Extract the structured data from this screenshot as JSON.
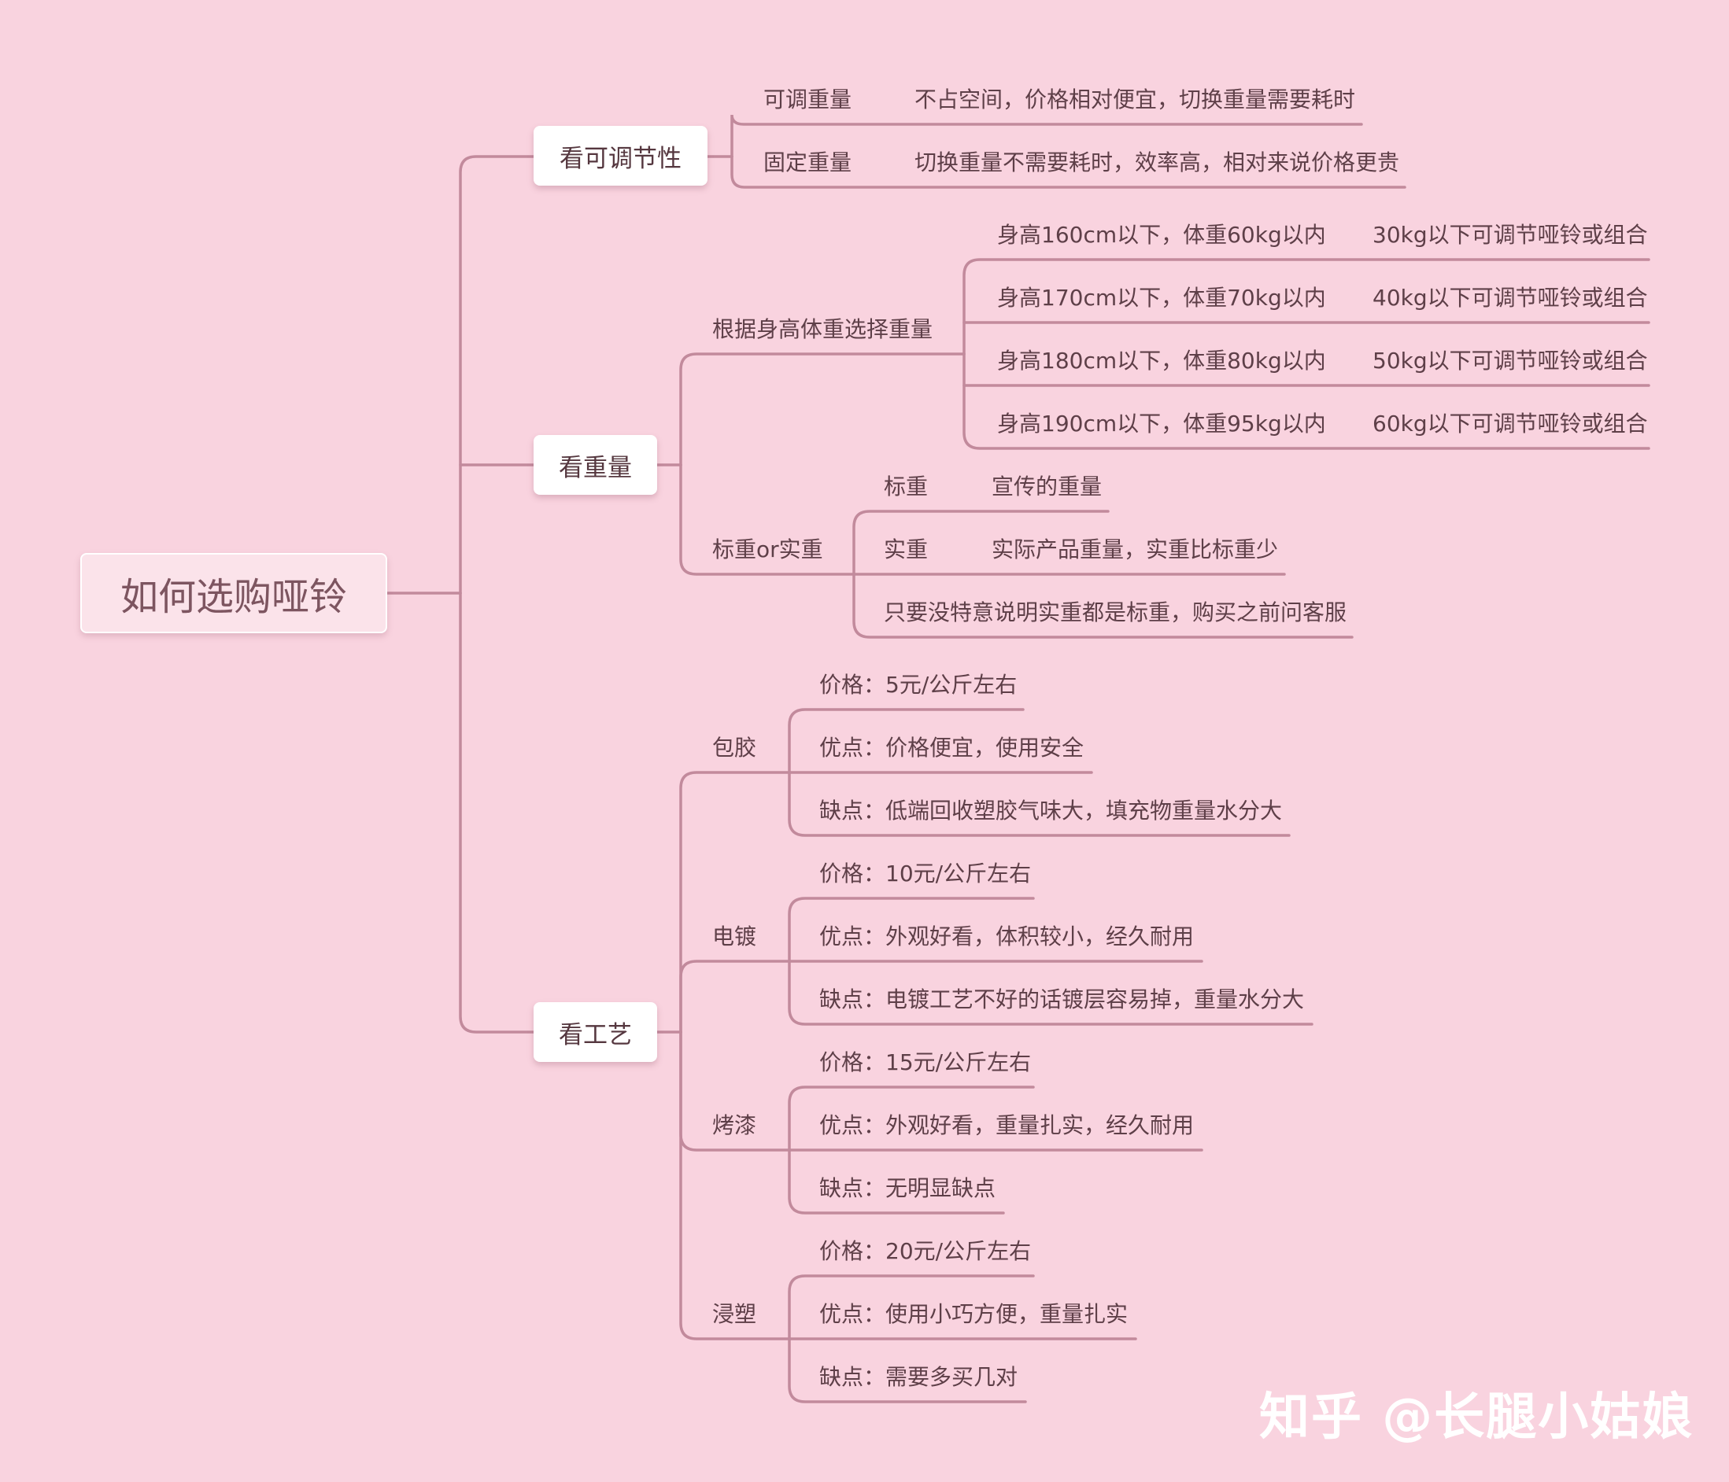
{
  "root": "如何选购哑铃",
  "branches": {
    "adjustability": {
      "label": "看可调节性",
      "items": [
        {
          "name": "可调重量",
          "desc": "不占空间，价格相对便宜，切换重量需要耗时"
        },
        {
          "name": "固定重量",
          "desc": "切换重量不需要耗时，效率高，相对来说价格更贵"
        }
      ]
    },
    "weight": {
      "label": "看重量",
      "by_body": {
        "label": "根据身高体重选择重量",
        "rows": [
          {
            "cond": "身高160cm以下，体重60kg以内",
            "rec": "30kg以下可调节哑铃或组合"
          },
          {
            "cond": "身高170cm以下，体重70kg以内",
            "rec": "40kg以下可调节哑铃或组合"
          },
          {
            "cond": "身高180cm以下，体重80kg以内",
            "rec": "50kg以下可调节哑铃或组合"
          },
          {
            "cond": "身高190cm以下，体重95kg以内",
            "rec": "60kg以下可调节哑铃或组合"
          }
        ]
      },
      "nominal": {
        "label": "标重or实重",
        "items": [
          {
            "name": "标重",
            "desc": "宣传的重量"
          },
          {
            "name": "实重",
            "desc": "实际产品重量，实重比标重少"
          }
        ],
        "note": "只要没特意说明实重都是标重，购买之前问客服"
      }
    },
    "craft": {
      "label": "看工艺",
      "types": [
        {
          "name": "包胶",
          "price": "价格：5元/公斤左右",
          "pros": "优点：价格便宜，使用安全",
          "cons": "缺点：低端回收塑胶气味大，填充物重量水分大"
        },
        {
          "name": "电镀",
          "price": "价格：10元/公斤左右",
          "pros": "优点：外观好看，体积较小，经久耐用",
          "cons": "缺点：电镀工艺不好的话镀层容易掉，重量水分大"
        },
        {
          "name": "烤漆",
          "price": "价格：15元/公斤左右",
          "pros": "优点：外观好看，重量扎实，经久耐用",
          "cons": "缺点：无明显缺点"
        },
        {
          "name": "浸塑",
          "price": "价格：20元/公斤左右",
          "pros": "优点：使用小巧方便，重量扎实",
          "cons": "缺点：需要多买几对"
        }
      ]
    }
  },
  "watermark": "知乎 @长腿小姑娘"
}
